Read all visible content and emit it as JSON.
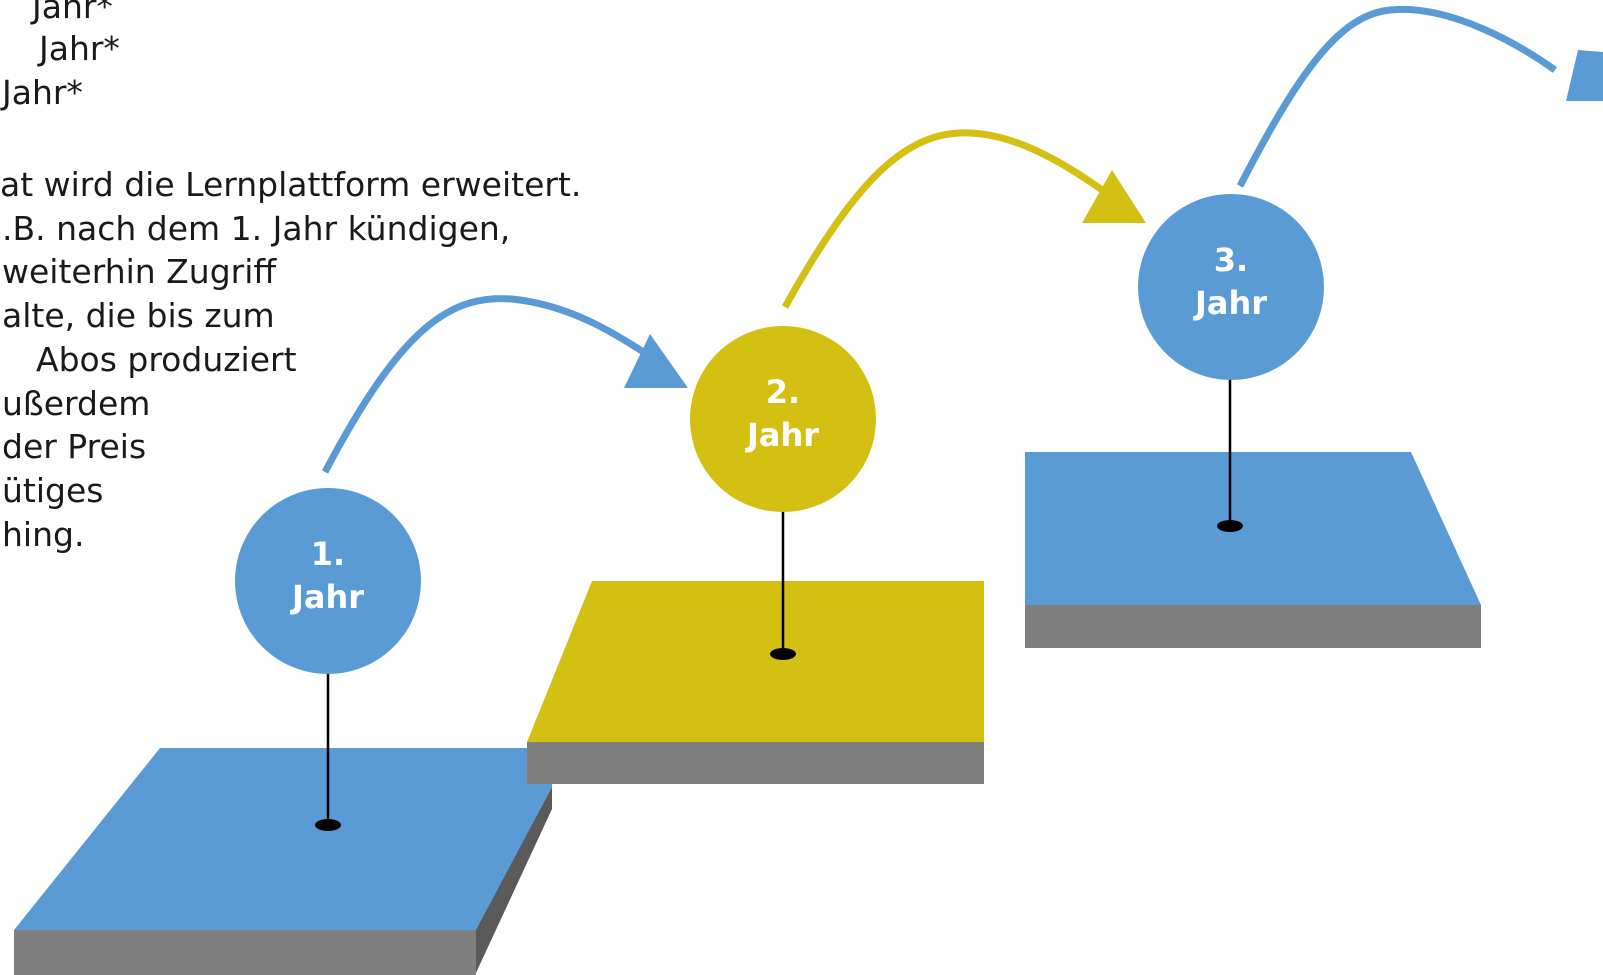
{
  "colors": {
    "blue": "#5B9BD5",
    "yellow": "#D4C012",
    "gray": "#7F7F7F",
    "dark_gray": "#5A5A5A",
    "text": "#1a1a1a"
  },
  "intro": {
    "lines": [
      "Jahr*",
      "Jahr*",
      "Jahr*",
      "at wird die Lernplattform erweitert.",
      ".B. nach dem 1. Jahr kündigen,",
      "weiterhin Zugriff",
      "alte, die bis zum",
      "Abos produziert",
      "ußerdem",
      "der Preis",
      "ütiges",
      "hing."
    ]
  },
  "steps": [
    {
      "number": "1.",
      "label": "Jahr",
      "color": "blue"
    },
    {
      "number": "2.",
      "label": "Jahr",
      "color": "yellow"
    },
    {
      "number": "3.",
      "label": "Jahr",
      "color": "blue"
    }
  ]
}
